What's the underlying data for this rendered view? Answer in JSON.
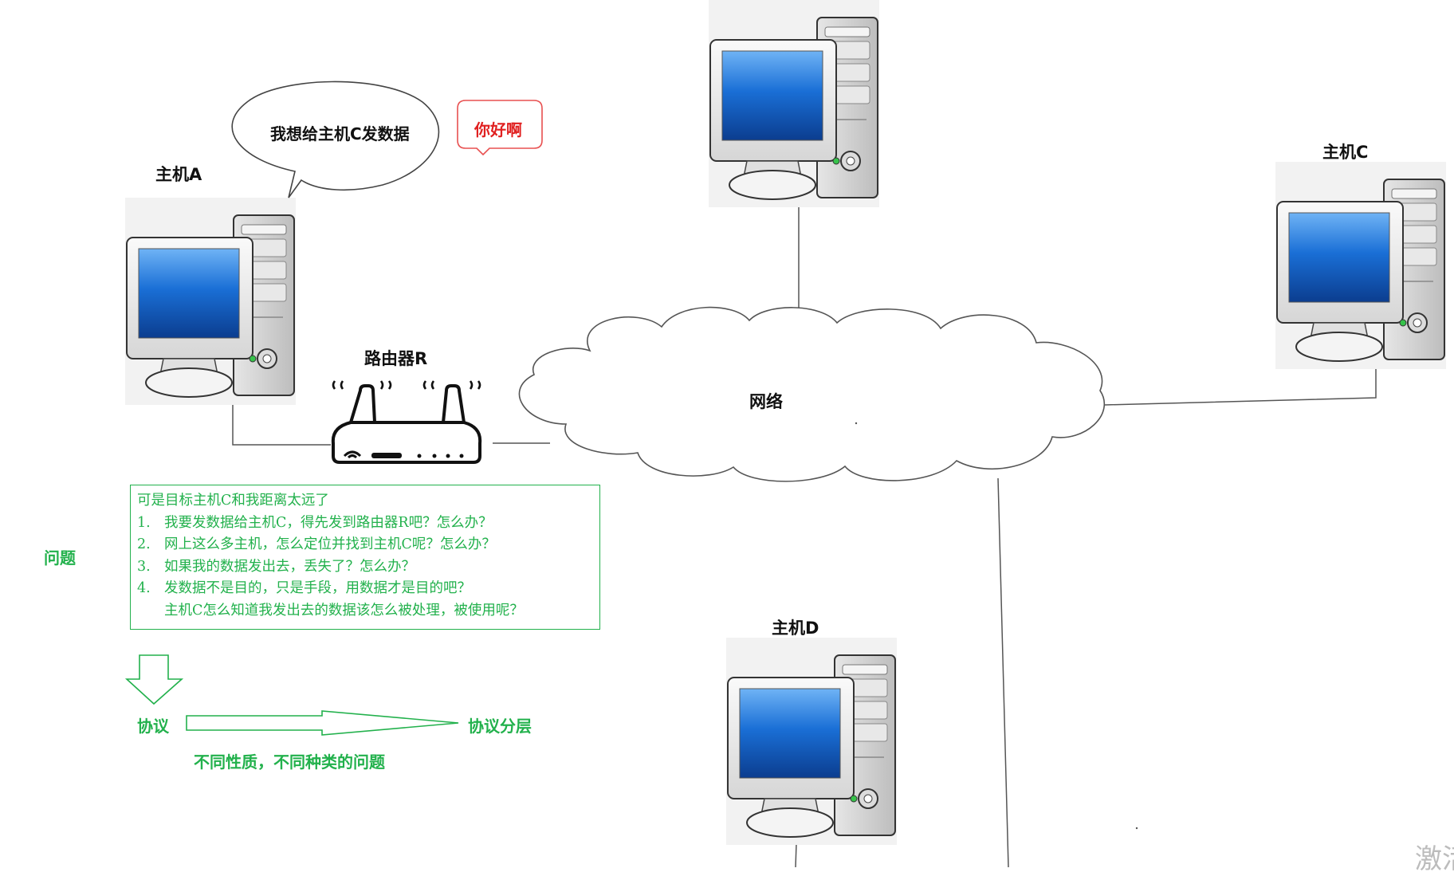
{
  "labels": {
    "host_a": "主机A",
    "host_c": "主机C",
    "host_d": "主机D",
    "router": "路由器R",
    "network": "网络"
  },
  "speech": {
    "thought": "我想给主机C发数据",
    "hello": "你好啊"
  },
  "problem_label": "问题",
  "problem_box": {
    "intro": "可是目标主机C和我距离太远了",
    "items": [
      {
        "num": "1.",
        "text": "我要发数据给主机C，得先发到路由器R吧？怎么办？"
      },
      {
        "num": "2.",
        "text": "网上这么多主机，怎么定位并找到主机C呢？怎么办？"
      },
      {
        "num": "3.",
        "text": "如果我的数据发出去，丢失了？怎么办？"
      },
      {
        "num": "4.",
        "text": "发数据不是目的，只是手段，用数据才是目的吧？"
      }
    ],
    "continuation": "主机C怎么知道我发出去的数据该怎么被处理，被使用呢？"
  },
  "protocol": {
    "left": "协议",
    "right": "协议分层",
    "caption": "不同性质，不同种类的问题"
  },
  "watermark": "激活",
  "colors": {
    "accent_green": "#22b14c",
    "alert_red": "#e02020",
    "screen_blue": "#1a6fd6",
    "line": "#555555"
  }
}
